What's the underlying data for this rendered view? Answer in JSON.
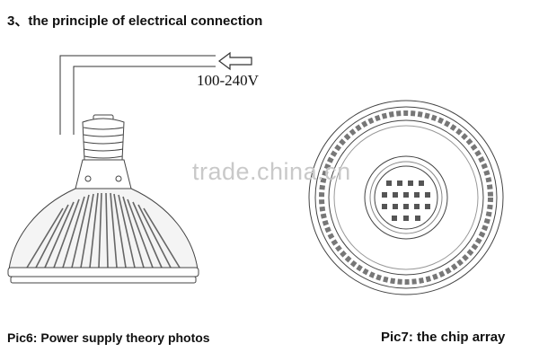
{
  "heading": "3、the principle of electrical connection",
  "voltage_label": "100-240V",
  "watermark": "trade.china.cn",
  "captions": {
    "left": "Pic6: Power supply theory photos",
    "right": "Pic7: the chip array"
  },
  "colors": {
    "line": "#333333",
    "watermark": "#c9c9c9"
  }
}
